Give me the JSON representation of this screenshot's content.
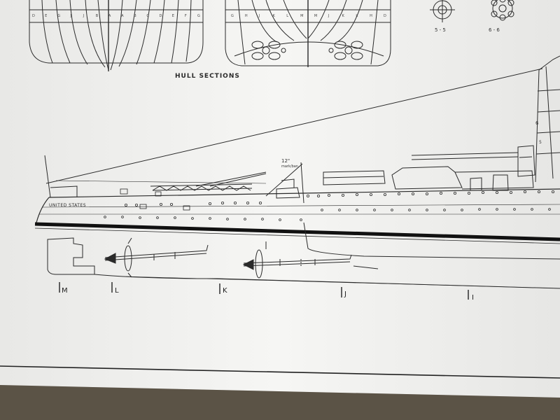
{
  "labels": {
    "hull_sections": "HULL SECTIONS",
    "ship_name": "UNITED STATES",
    "section_5": "5 - 5",
    "section_6": "6 - 6",
    "gun_note": "12\"",
    "gun_note_sub": "mark/ban",
    "position_6": "6",
    "position_5": "5"
  },
  "stations": {
    "m": "M",
    "l": "L",
    "k": "K",
    "j": "J",
    "i": "I"
  },
  "frame_letters_fore": [
    "D",
    "E",
    "G",
    "J",
    "J",
    "B",
    "A",
    "A",
    "B",
    "C",
    "D",
    "E",
    "F",
    "G"
  ],
  "frame_letters_aft": [
    "G",
    "H",
    "J",
    "K",
    "L",
    "M",
    "M",
    "J",
    "K",
    "L",
    "H",
    "D"
  ],
  "colors": {
    "paper": "#f3f3f1",
    "ink": "#2a2a2a",
    "boot_stripe": "#111111",
    "carpet": "#5b5346"
  }
}
